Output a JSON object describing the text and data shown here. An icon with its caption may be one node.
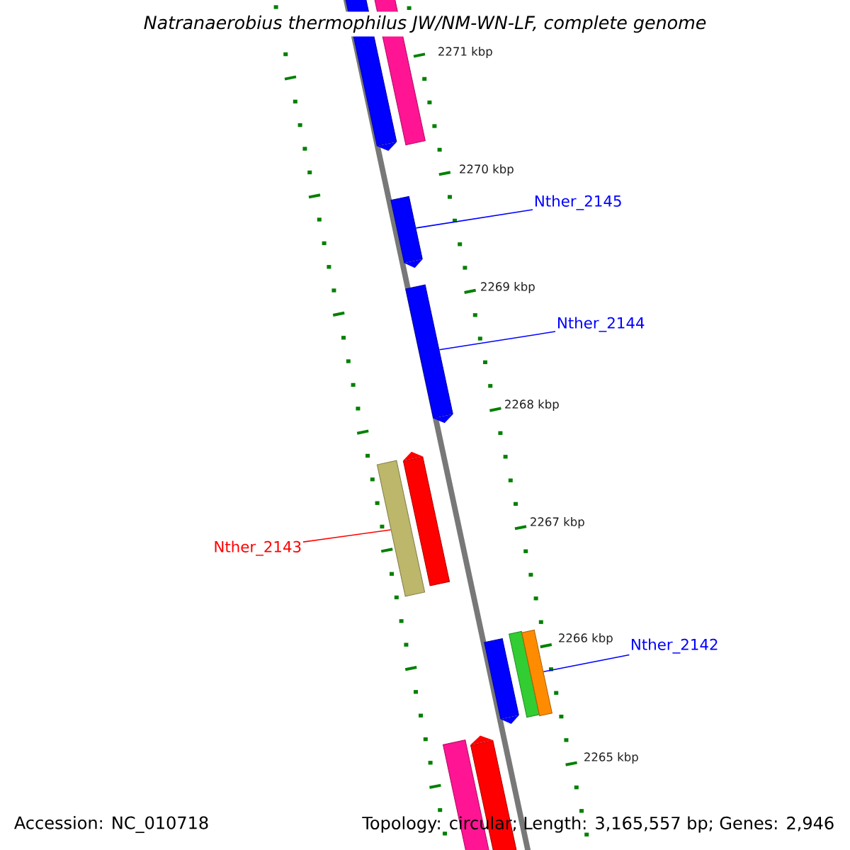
{
  "diagram": {
    "title": "Natranaerobius thermophilus JW/NM-WN-LF, complete genome",
    "nodes": [
      {
        "text": [],
        "shape": "arrow"
      },
      {
        "text": [],
        "shape": "bar"
      },
      {
        "text": [
          "Nther_2145"
        ]
      },
      {
        "text": [],
        "shape": "arrow"
      },
      {
        "text": [
          "Nther_2144"
        ]
      },
      {
        "text": [],
        "shape": "arrow"
      },
      {
        "text": [],
        "shape": "bar"
      },
      {
        "text": [],
        "shape": "arrow"
      },
      {
        "text": [
          "Nther_2143"
        ]
      },
      {
        "text": [],
        "shape": "arrow"
      },
      {
        "text": [],
        "shape": "bar"
      },
      {
        "text": [],
        "shape": "bar"
      },
      {
        "text": [
          "Nther_2142"
        ]
      },
      {
        "text": [],
        "shape": "bar"
      },
      {
        "text": [],
        "shape": "arrow"
      }
    ],
    "edges": [
      {
        "from": 2,
        "to": 3,
        "arrow": "none"
      },
      {
        "from": 4,
        "to": 5,
        "arrow": "none"
      },
      {
        "from": 8,
        "to": 6,
        "arrow": "none",
        "color": "#ff0000"
      },
      {
        "from": 12,
        "to": 11,
        "arrow": "none"
      }
    ],
    "labels": [
      "2271 kbp",
      "2270 kbp",
      "2269 kbp",
      "2268 kbp",
      "2267 kbp",
      "2266 kbp",
      "2265 kbp",
      "Accession: NC_010718",
      "Topology: circular; Length: 3,165,557 bp; Genes: 2,946"
    ]
  }
}
